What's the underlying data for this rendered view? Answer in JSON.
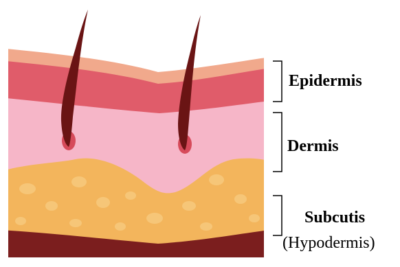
{
  "diagram": {
    "labels": {
      "epidermis": "Epidermis",
      "dermis": "Dermis",
      "subcutis": "Subcutis",
      "subcutis_alt": "(Hypodermis)"
    },
    "colors": {
      "background": "#ffffff",
      "stratum_top": "#f1a98c",
      "epidermis": "#e05c6a",
      "dermis": "#f6b6c8",
      "subcutis": "#f3b55c",
      "fat_cells": "#f8cc82",
      "deep_layer": "#7b1e1e",
      "hair_shaft": "#6a1414",
      "hair_follicle": "#d64a5a",
      "bracket": "#000000",
      "label_text": "#000000"
    },
    "icons": {
      "hair_1": "hair-strand-icon",
      "hair_2": "hair-strand-icon"
    }
  }
}
